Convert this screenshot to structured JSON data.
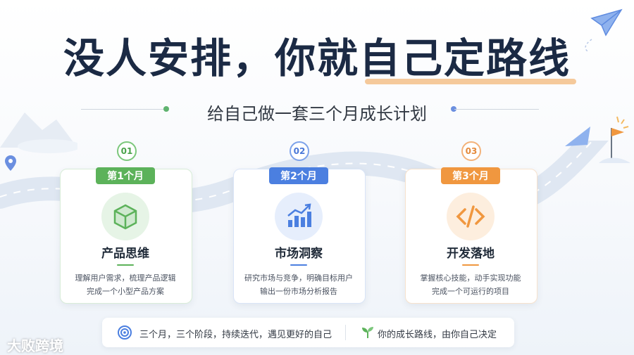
{
  "title": "没人安排，你就自己定路线",
  "subtitle": "给自己做一套三个月成长计划",
  "accent_colors": {
    "green": "#5cb25a",
    "blue": "#4b7fe0",
    "orange": "#f0973f",
    "highlight": "#f3c08a"
  },
  "steps": [
    {
      "number": "01",
      "month": "第1个月",
      "title": "产品思维",
      "desc_line1": "理解用户需求，梳理产品逻辑",
      "desc_line2": "完成一个小型产品方案",
      "icon": "box-icon"
    },
    {
      "number": "02",
      "month": "第2个月",
      "title": "市场洞察",
      "desc_line1": "研究市场与竞争，明确目标用户",
      "desc_line2": "输出一份市场分析报告",
      "icon": "bar-chart-icon"
    },
    {
      "number": "03",
      "month": "第3个月",
      "title": "开发落地",
      "desc_line1": "掌握核心技能，动手实现功能",
      "desc_line2": "完成一个可运行的项目",
      "icon": "code-icon"
    }
  ],
  "footer": {
    "left_text": "三个月，三个阶段，持续迭代，遇见更好的自己",
    "right_text": "你的成长路线，由你自己决定",
    "left_icon": "target-icon",
    "right_icon": "sprout-icon"
  },
  "watermark": "大败跨境"
}
